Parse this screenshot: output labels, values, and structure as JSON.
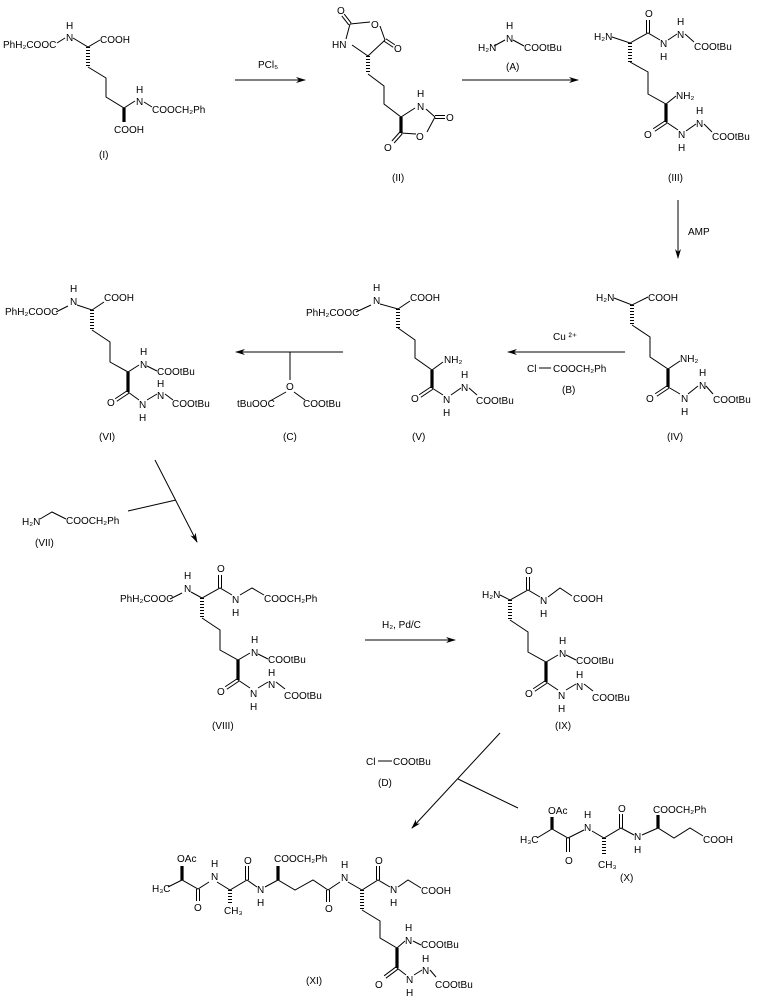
{
  "compounds": {
    "I": {
      "label": "(I)",
      "atoms": [
        "PhH₂COOC",
        "H",
        "N",
        "COOH",
        "H",
        "N",
        "COOCH₂Ph",
        "COOH"
      ]
    },
    "II": {
      "label": "(II)",
      "atoms": [
        "O",
        "HN",
        "O",
        "O",
        "H",
        "N",
        "O",
        "O",
        "O"
      ]
    },
    "III": {
      "label": "(III)",
      "atoms": [
        "H₂N",
        "O",
        "N",
        "H",
        "N",
        "H",
        "COOtBu",
        "NH₂",
        "O",
        "N",
        "H",
        "N",
        "H",
        "COOtBu"
      ]
    },
    "IV": {
      "label": "(IV)",
      "atoms": [
        "H₂N",
        "COOH",
        "NH₂",
        "O",
        "N",
        "H",
        "N",
        "H",
        "COOtBu"
      ]
    },
    "V": {
      "label": "(V)",
      "atoms": [
        "PhH₂COOC",
        "H",
        "N",
        "COOH",
        "NH₂",
        "O",
        "N",
        "H",
        "N",
        "H",
        "COOtBu"
      ]
    },
    "VI": {
      "label": "(VI)",
      "atoms": [
        "PhH₂COOC",
        "H",
        "N",
        "COOH",
        "H",
        "N",
        "COOtBu",
        "O",
        "N",
        "H",
        "N",
        "H",
        "COOtBu"
      ]
    },
    "VII": {
      "label": "(VII)",
      "atoms": [
        "H₂N",
        "COOCH₂Ph"
      ]
    },
    "VIII": {
      "label": "(VIII)",
      "atoms": [
        "PhH₂COOC",
        "H",
        "N",
        "O",
        "N",
        "H",
        "COOCH₂Ph",
        "H",
        "N",
        "COOtBu",
        "O",
        "N",
        "H",
        "N",
        "H",
        "COOtBu"
      ]
    },
    "IX": {
      "label": "(IX)",
      "atoms": [
        "H₂N",
        "O",
        "N",
        "H",
        "COOH",
        "H",
        "N",
        "COOtBu",
        "O",
        "N",
        "H",
        "N",
        "H",
        "COOtBu"
      ]
    },
    "X": {
      "label": "(X)",
      "atoms": [
        "OAc",
        "H₃C",
        "O",
        "H",
        "N",
        "CH₃",
        "O",
        "N",
        "H",
        "COOCH₂Ph",
        "COOH"
      ]
    },
    "XI": {
      "label": "(XI)",
      "atoms": [
        "OAc",
        "H₃C",
        "O",
        "H",
        "N",
        "CH₃",
        "O",
        "N",
        "H",
        "COOCH₂Ph",
        "O",
        "H",
        "N",
        "O",
        "N",
        "H",
        "COOH",
        "H",
        "N",
        "COOtBu",
        "O",
        "N",
        "H",
        "N",
        "H",
        "COOtBu"
      ]
    }
  },
  "reagents": {
    "A": {
      "label": "(A)",
      "atoms": [
        "H₂N",
        "H",
        "N",
        "COOtBu"
      ]
    },
    "B": {
      "label": "(B)",
      "atoms": [
        "Cl",
        "COOCH₂Ph"
      ]
    },
    "C": {
      "label": "(C)",
      "atoms": [
        "tBuOOC",
        "O",
        "COOtBu"
      ]
    },
    "D": {
      "label": "(D)",
      "atoms": [
        "Cl",
        "COOtBu"
      ]
    }
  },
  "conditions": {
    "step1": "PCl₅",
    "step3": "AMP",
    "step4": "Cu ²⁺",
    "step7": "H₂, Pd/C"
  }
}
